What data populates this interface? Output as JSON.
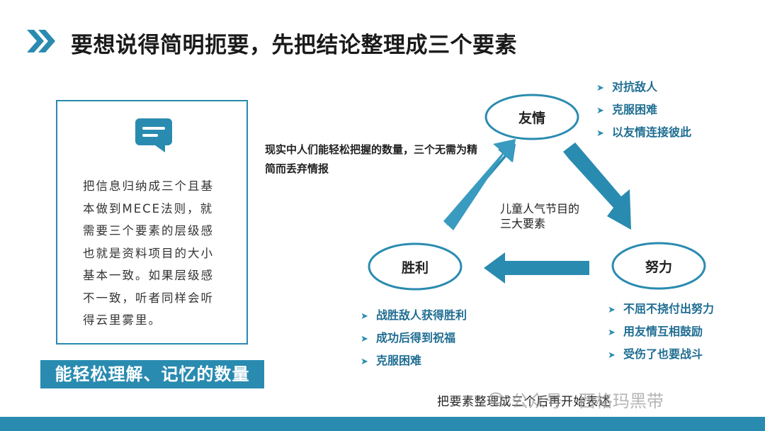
{
  "title": "要想说得简明扼要，先把结论整理成三个要素",
  "info_box": {
    "text": "把信息归纳成三个且基本做到MECE法则，就需要三个要素的层级感也就是资料项目的大小基本一致。如果层级感不一致，听者同样会听得云里雾里。"
  },
  "highlight": "能轻松理解、记忆的数量",
  "diagram": {
    "reality_note": "现实中人们能轻松把握的数量，三个无需为精简而丢弃情报",
    "center_label": "儿童人气节目的三大要素",
    "nodes": {
      "friendship": {
        "label": "友情",
        "bullets": [
          "对抗敌人",
          "克服困难",
          "以友情连接彼此"
        ]
      },
      "effort": {
        "label": "努力",
        "bullets": [
          "不屈不挠付出努力",
          "用友情互相鼓励",
          "受伤了也要战斗"
        ]
      },
      "victory": {
        "label": "胜利",
        "bullets": [
          "战胜敌人获得胜利",
          "成功后得到祝福",
          "克服困难"
        ]
      }
    }
  },
  "bottom_text": "把要素整理成三个后再开始表述",
  "watermark": "公众号 · 西格玛黑带",
  "colors": {
    "accent": "#2a8bb0",
    "bullet_text": "#1f6d92",
    "footer": "#2a8bb0"
  },
  "icons": {
    "title": "double-chevron-right-icon",
    "info": "chat-bubble-icon",
    "bullet": "chevron-right-icon"
  }
}
